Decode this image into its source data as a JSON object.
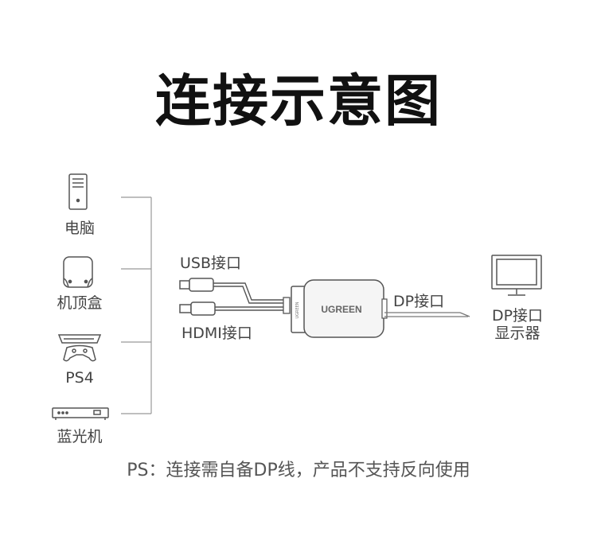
{
  "title": "连接示意图",
  "sources": [
    {
      "label": "电脑",
      "icon": "pc-tower-icon"
    },
    {
      "label": "机顶盒",
      "icon": "set-top-box-icon"
    },
    {
      "label": "PS4",
      "icon": "ps4-console-icon"
    },
    {
      "label": "蓝光机",
      "icon": "blu-ray-player-icon"
    }
  ],
  "connectors": {
    "usb_label": "USB接口",
    "hdmi_label": "HDMI接口",
    "dp_label": "DP接口"
  },
  "adapter": {
    "brand": "UGREEN",
    "side_text": "UGREEN",
    "color": "#f5f5f5"
  },
  "display": {
    "label_line1": "DP接口",
    "label_line2": "显示器",
    "icon": "monitor-icon"
  },
  "note": "PS：连接需自备DP线，产品不支持反向使用",
  "colors": {
    "line": "#999999",
    "icon_stroke": "#555555",
    "title": "#111111"
  }
}
